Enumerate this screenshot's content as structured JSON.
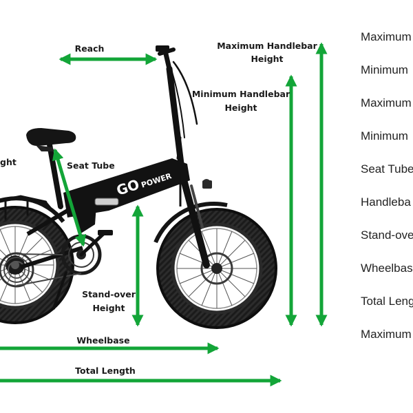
{
  "diagram": {
    "labels": {
      "reach": "Reach",
      "max_handlebar_1": "Maximum Handlebar",
      "max_handlebar_2": "Height",
      "min_handlebar_1": "Minimum Handlebar",
      "min_handlebar_2": "Height",
      "seat_height_partial": "ght",
      "seat_tube": "Seat Tube",
      "stand_over_1": "Stand-over",
      "stand_over_2": "Height",
      "wheelbase": "Wheelbase",
      "total_length": "Total Length"
    },
    "brand": {
      "logo_text": "GO POWER"
    },
    "colors": {
      "arrow": "#13a538",
      "frame": "#111111",
      "text": "#1a1a1a"
    }
  },
  "spec_list": [
    "Maximum",
    "Minimum",
    "Maximum",
    "Minimum",
    "Seat Tube",
    "Handleba",
    "Stand-ove",
    "Wheelbas",
    "Total Leng",
    "Maximum"
  ]
}
